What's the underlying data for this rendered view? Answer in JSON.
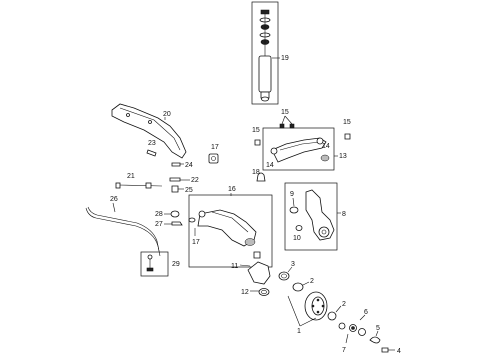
{
  "callouts": {
    "c1": "1",
    "c2a": "2",
    "c2b": "2",
    "c3": "3",
    "c4": "4",
    "c5": "5",
    "c6": "6",
    "c7": "7",
    "c8": "8",
    "c9": "9",
    "c10": "10",
    "c11": "11",
    "c12": "12",
    "c13": "13",
    "c14a": "14",
    "c14b": "14",
    "c15a": "15",
    "c15b": "15",
    "c15c": "15",
    "c16": "16",
    "c17a": "17",
    "c17b": "17",
    "c18": "18",
    "c19": "19",
    "c20": "20",
    "c21": "21",
    "c22": "22",
    "c23": "23",
    "c24": "24",
    "c25": "25",
    "c26": "26",
    "c27": "27",
    "c28": "28",
    "c29": "29"
  }
}
